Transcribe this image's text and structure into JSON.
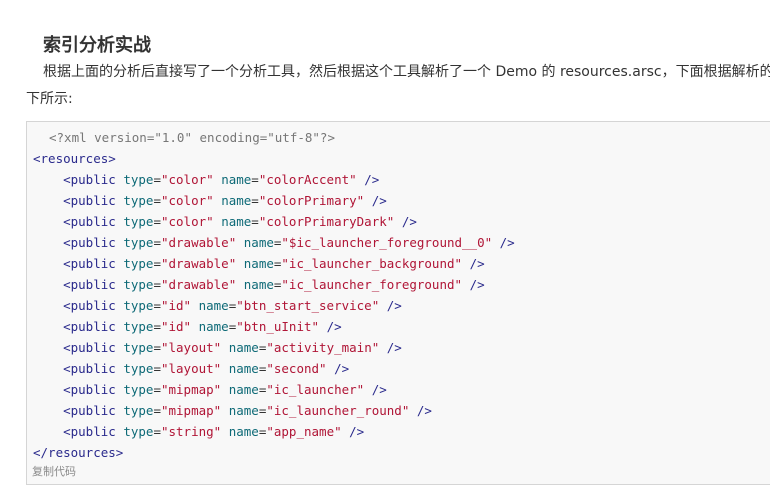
{
  "article": {
    "heading": "索引分析实战",
    "paragraph_line1": "根据上面的分析后直接写了一个分析工具，然后根据这个工具解析了一个 Demo 的 resources.arsc，下面根据解析的输",
    "paragraph_line2": "下所示:"
  },
  "code": {
    "declaration": "<?xml version=\"1.0\" encoding=\"utf-8\"?>",
    "root_open": "<resources>",
    "root_close": "</resources>",
    "entries": [
      {
        "type": "color",
        "name": "colorAccent"
      },
      {
        "type": "color",
        "name": "colorPrimary"
      },
      {
        "type": "color",
        "name": "colorPrimaryDark"
      },
      {
        "type": "drawable",
        "name": "$ic_launcher_foreground__0"
      },
      {
        "type": "drawable",
        "name": "ic_launcher_background"
      },
      {
        "type": "drawable",
        "name": "ic_launcher_foreground"
      },
      {
        "type": "id",
        "name": "btn_start_service"
      },
      {
        "type": "id",
        "name": "btn_uInit"
      },
      {
        "type": "layout",
        "name": "activity_main"
      },
      {
        "type": "layout",
        "name": "second"
      },
      {
        "type": "mipmap",
        "name": "ic_launcher"
      },
      {
        "type": "mipmap",
        "name": "ic_launcher_round"
      },
      {
        "type": "string",
        "name": "app_name"
      }
    ],
    "copy_label": "复制代码"
  },
  "colors": {
    "tag": "#2a2a8c",
    "attribute": "#0e6a77",
    "value": "#b01536",
    "background": "#f8f8f8"
  }
}
